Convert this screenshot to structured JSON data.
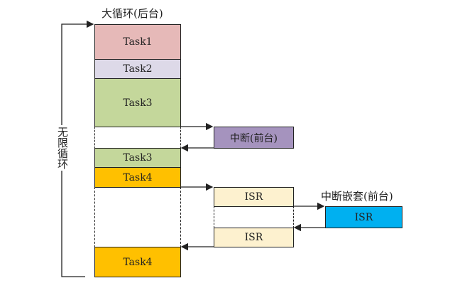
{
  "title": "大循环(后台)",
  "loop_label": "无限循环",
  "nested_label": "中断嵌套(前台)",
  "blocks": [
    {
      "label": "Task1",
      "color": "#e6b9b8"
    },
    {
      "label": "Task2",
      "color": "#ddd9e8"
    },
    {
      "label": "Task3",
      "color": "#c4d79b"
    },
    {
      "label": "Task3",
      "color": "#c4d79b"
    },
    {
      "label": "Task4",
      "color": "#ffc000"
    },
    {
      "label": "Task4",
      "color": "#ffc000"
    }
  ],
  "interrupt": {
    "label": "中断(前台)",
    "color": "#a593be"
  },
  "isr": [
    {
      "label": "ISR",
      "color": "#fdf1cf"
    },
    {
      "label": "ISR",
      "color": "#fdf1cf"
    },
    {
      "label": "ISR",
      "color": "#00b0f0"
    }
  ]
}
